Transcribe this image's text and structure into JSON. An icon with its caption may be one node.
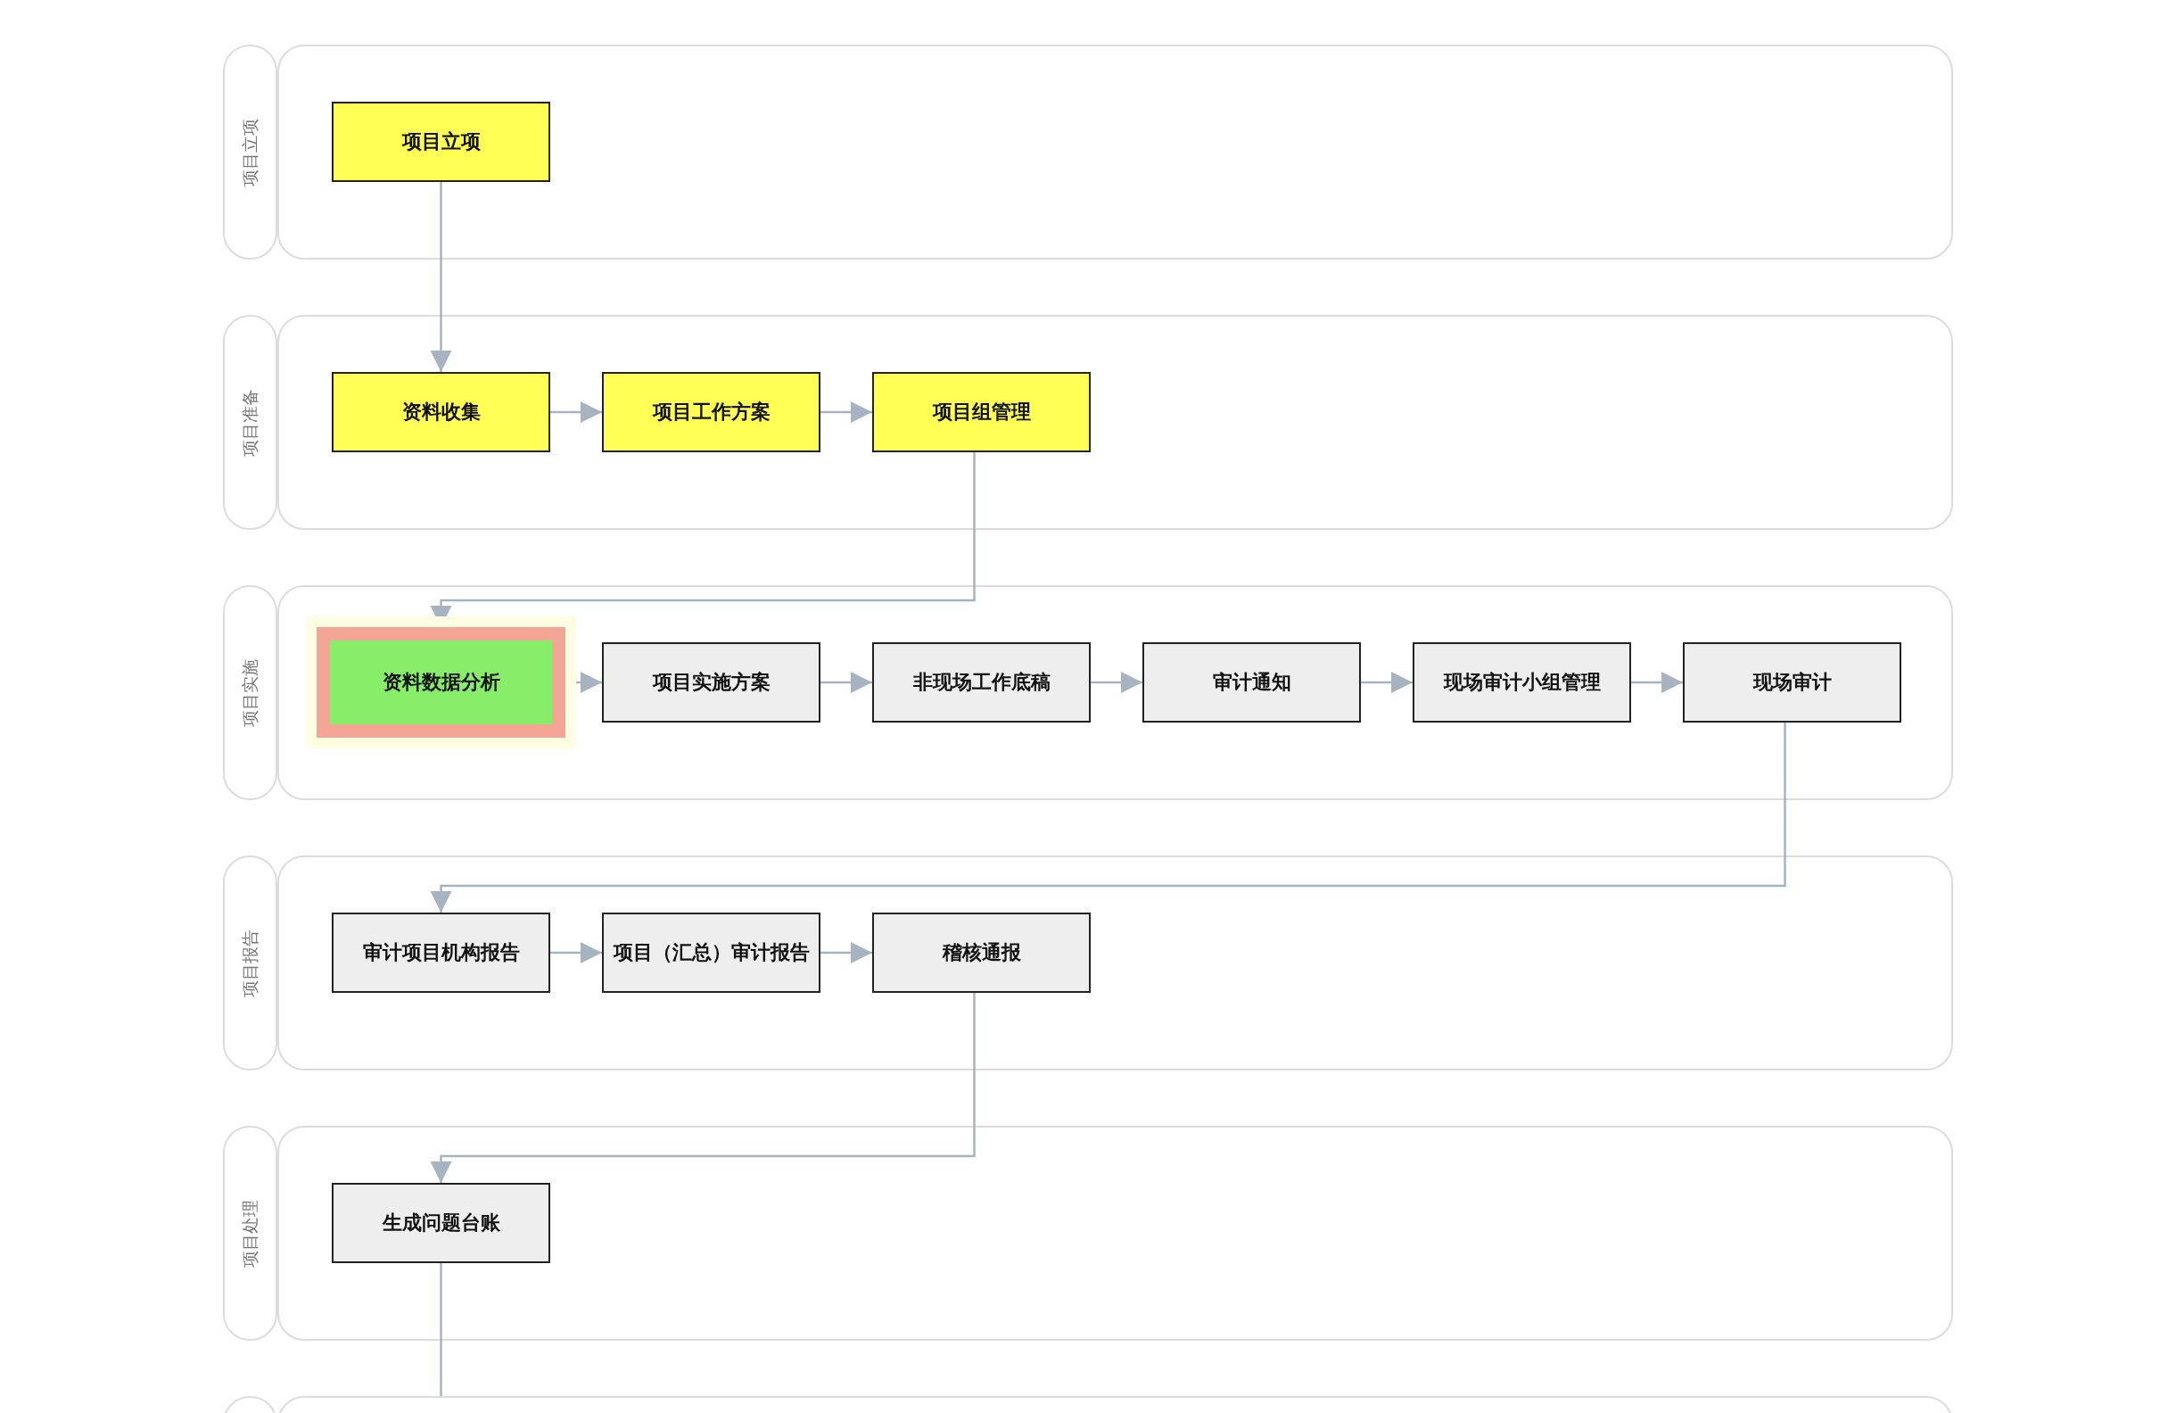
{
  "diagram": {
    "nodes": [
      {
        "text": [
          "项目立项"
        ]
      },
      {
        "text": [],
        "shape": "box"
      },
      {
        "text": [
          "项目立项"
        ],
        "in": 1
      },
      {
        "text": [
          "项目准备"
        ]
      },
      {
        "text": [],
        "shape": "box"
      },
      {
        "text": [
          "资料收集"
        ],
        "in": 4
      },
      {
        "text": [
          "项目工作方案"
        ],
        "in": 4
      },
      {
        "text": [
          "项目组管理"
        ],
        "in": 4
      },
      {
        "text": [
          "项目实施"
        ]
      },
      {
        "text": [],
        "shape": "box"
      },
      {
        "text": [
          "资料数据分析"
        ],
        "in": 9
      },
      {
        "text": [
          "项目实施方案"
        ],
        "in": 9
      },
      {
        "text": [
          "非现场工作底稿"
        ],
        "in": 9
      },
      {
        "text": [
          "审计通知"
        ],
        "in": 9
      },
      {
        "text": [
          "现场审计小组管理"
        ],
        "in": 9
      },
      {
        "text": [
          "现场审计"
        ],
        "in": 9
      },
      {
        "text": [
          "项目报告"
        ]
      },
      {
        "text": [],
        "shape": "box"
      },
      {
        "text": [
          "审计项目机构报告"
        ],
        "in": 17
      },
      {
        "text": [
          "项目（汇总）审计报告"
        ],
        "in": 17
      },
      {
        "text": [
          "稽核通报"
        ],
        "in": 17
      },
      {
        "text": [
          "项目处理"
        ]
      },
      {
        "text": [],
        "shape": "box"
      },
      {
        "text": [
          "生成问题台账"
        ],
        "in": 22
      },
      {
        "text": [],
        "shape": "box"
      },
      {
        "text": [],
        "shape": "box"
      }
    ],
    "edges": [
      {
        "from": 2,
        "to": 5,
        "arrow": "to"
      },
      {
        "from": 5,
        "to": 6,
        "arrow": "to"
      },
      {
        "from": 6,
        "to": 7,
        "arrow": "to"
      },
      {
        "from": 7,
        "to": 10,
        "arrow": "to"
      },
      {
        "from": 10,
        "to": 11,
        "arrow": "to"
      },
      {
        "from": 11,
        "to": 12,
        "arrow": "to"
      },
      {
        "from": 12,
        "to": 13,
        "arrow": "to"
      },
      {
        "from": 13,
        "to": 14,
        "arrow": "to"
      },
      {
        "from": 14,
        "to": 15,
        "arrow": "to"
      },
      {
        "from": 15,
        "to": 18,
        "arrow": "to"
      },
      {
        "from": 18,
        "to": 19,
        "arrow": "to"
      },
      {
        "from": 19,
        "to": 20,
        "arrow": "to"
      },
      {
        "from": 20,
        "to": 23,
        "arrow": "to"
      },
      {
        "from": 23,
        "to": 25,
        "arrow": "none"
      }
    ]
  }
}
